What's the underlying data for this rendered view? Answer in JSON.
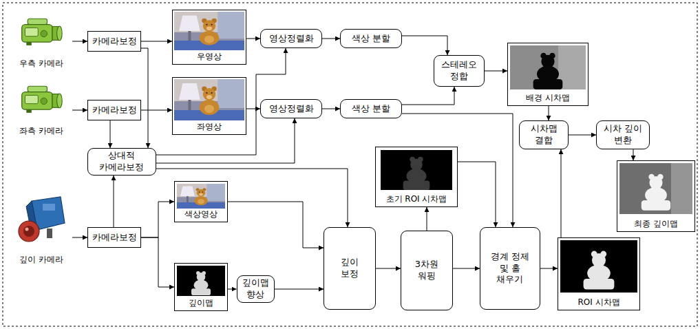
{
  "diagram": {
    "nodes": [
      {
        "text": [
          "우측 카메라"
        ]
      },
      {
        "text": [
          "카메라보정"
        ]
      },
      {
        "text": [
          "우영상"
        ]
      },
      {
        "text": [
          "영상정렬화"
        ]
      },
      {
        "text": [
          "색상 분할"
        ]
      },
      {
        "text": [
          "스테레오 정합"
        ]
      },
      {
        "text": [
          "배경 시차맵"
        ]
      },
      {
        "text": [
          "좌측 카메라"
        ]
      },
      {
        "text": [
          "카메라보정"
        ]
      },
      {
        "text": [
          "좌영상"
        ]
      },
      {
        "text": [
          "영상정렬화"
        ]
      },
      {
        "text": [
          "색상 분할"
        ]
      },
      {
        "text": [
          "시차맵 결합"
        ]
      },
      {
        "text": [
          "시차 깊이 변환"
        ]
      },
      {
        "text": [
          "상대적 카메라보정"
        ]
      },
      {
        "text": [
          "초기 ROI 시차맵"
        ]
      },
      {
        "text": [
          "최종 깊이맵"
        ]
      },
      {
        "text": [
          "깊이 카메라"
        ]
      },
      {
        "text": [
          "카메라보정"
        ]
      },
      {
        "text": [
          "색상영상"
        ]
      },
      {
        "text": [
          "깊이맵"
        ]
      },
      {
        "text": [
          "깊이맵 향상"
        ]
      },
      {
        "text": [
          "깊이 보정"
        ]
      },
      {
        "text": [
          "3차원 워핑"
        ]
      },
      {
        "text": [
          "경계 정제 및 홀 채우기"
        ]
      },
      {
        "text": [
          "ROI 시차맵"
        ]
      }
    ],
    "edges": [
      {
        "from": 0,
        "to": 1,
        "arrow": "to"
      },
      {
        "from": 1,
        "to": 2,
        "arrow": "to"
      },
      {
        "from": 7,
        "to": 8,
        "arrow": "to"
      },
      {
        "from": 8,
        "to": 9,
        "arrow": "to"
      },
      {
        "from": 1,
        "to": 14,
        "arrow": "to"
      },
      {
        "from": 8,
        "to": 14,
        "arrow": "to"
      },
      {
        "from": 2,
        "to": 3,
        "arrow": "to"
      },
      {
        "from": 9,
        "to": 10,
        "arrow": "to"
      },
      {
        "from": 3,
        "to": 4,
        "arrow": "to"
      },
      {
        "from": 10,
        "to": 11,
        "arrow": "to"
      },
      {
        "from": 4,
        "to": 5,
        "arrow": "to"
      },
      {
        "from": 11,
        "to": 5,
        "arrow": "to"
      },
      {
        "from": 11,
        "to": 24,
        "arrow": "to"
      },
      {
        "from": 5,
        "to": 6,
        "arrow": "to"
      },
      {
        "from": 6,
        "to": 12,
        "arrow": "to"
      },
      {
        "from": 12,
        "to": 13,
        "arrow": "to"
      },
      {
        "from": 13,
        "to": 16,
        "arrow": "to"
      },
      {
        "from": 18,
        "to": 14,
        "arrow": "to"
      },
      {
        "from": 18,
        "to": 19,
        "arrow": "to"
      },
      {
        "from": 18,
        "to": 20,
        "arrow": "to"
      },
      {
        "from": 14,
        "to": 10,
        "arrow": "to"
      },
      {
        "from": 14,
        "to": 3,
        "arrow": "to"
      },
      {
        "from": 14,
        "to": 22,
        "arrow": "to"
      },
      {
        "from": 19,
        "to": 22,
        "arrow": "to"
      },
      {
        "from": 20,
        "to": 21,
        "arrow": "to"
      },
      {
        "from": 21,
        "to": 22,
        "arrow": "to"
      },
      {
        "from": 22,
        "to": 23,
        "arrow": "to"
      },
      {
        "from": 23,
        "to": 15,
        "arrow": "to"
      },
      {
        "from": 15,
        "to": 24,
        "arrow": "to"
      },
      {
        "from": 23,
        "to": 24,
        "arrow": "to"
      },
      {
        "from": 24,
        "to": 25,
        "arrow": "to"
      },
      {
        "from": 25,
        "to": 12,
        "arrow": "to"
      },
      {
        "from": 17,
        "to": 18,
        "arrow": "to"
      }
    ]
  }
}
